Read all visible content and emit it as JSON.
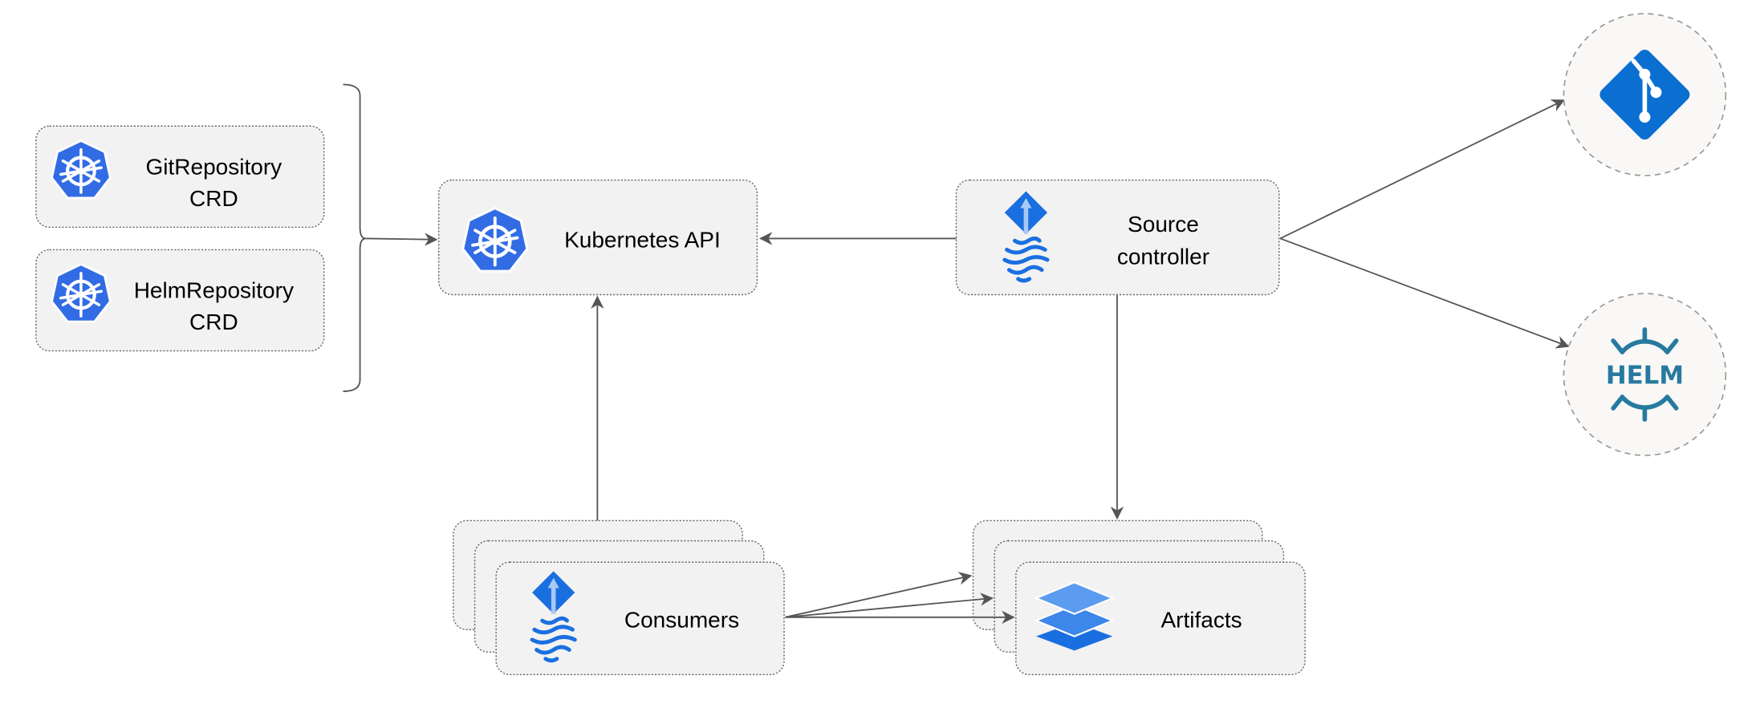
{
  "nodes": {
    "git_crd": {
      "line1": "GitRepository",
      "line2": "CRD",
      "icon": "kubernetes-icon"
    },
    "helm_crd": {
      "line1": "HelmRepository",
      "line2": "CRD",
      "icon": "kubernetes-icon"
    },
    "kube_api": {
      "label": "Kubernetes API",
      "icon": "kubernetes-icon"
    },
    "source_controller": {
      "line1": "Source",
      "line2": "controller",
      "icon": "flux-icon"
    },
    "git": {
      "icon": "git-icon"
    },
    "helm": {
      "label": "HELM",
      "icon": "helm-icon"
    },
    "consumers": {
      "label": "Consumers",
      "icon": "flux-icon"
    },
    "artifacts": {
      "label": "Artifacts",
      "icon": "layers-icon"
    }
  },
  "colors": {
    "kubernetes_blue": "#326ce5",
    "git_blue": "#0a6fd1",
    "helm_teal": "#277a9f",
    "box_fill": "#f2f2f2"
  }
}
